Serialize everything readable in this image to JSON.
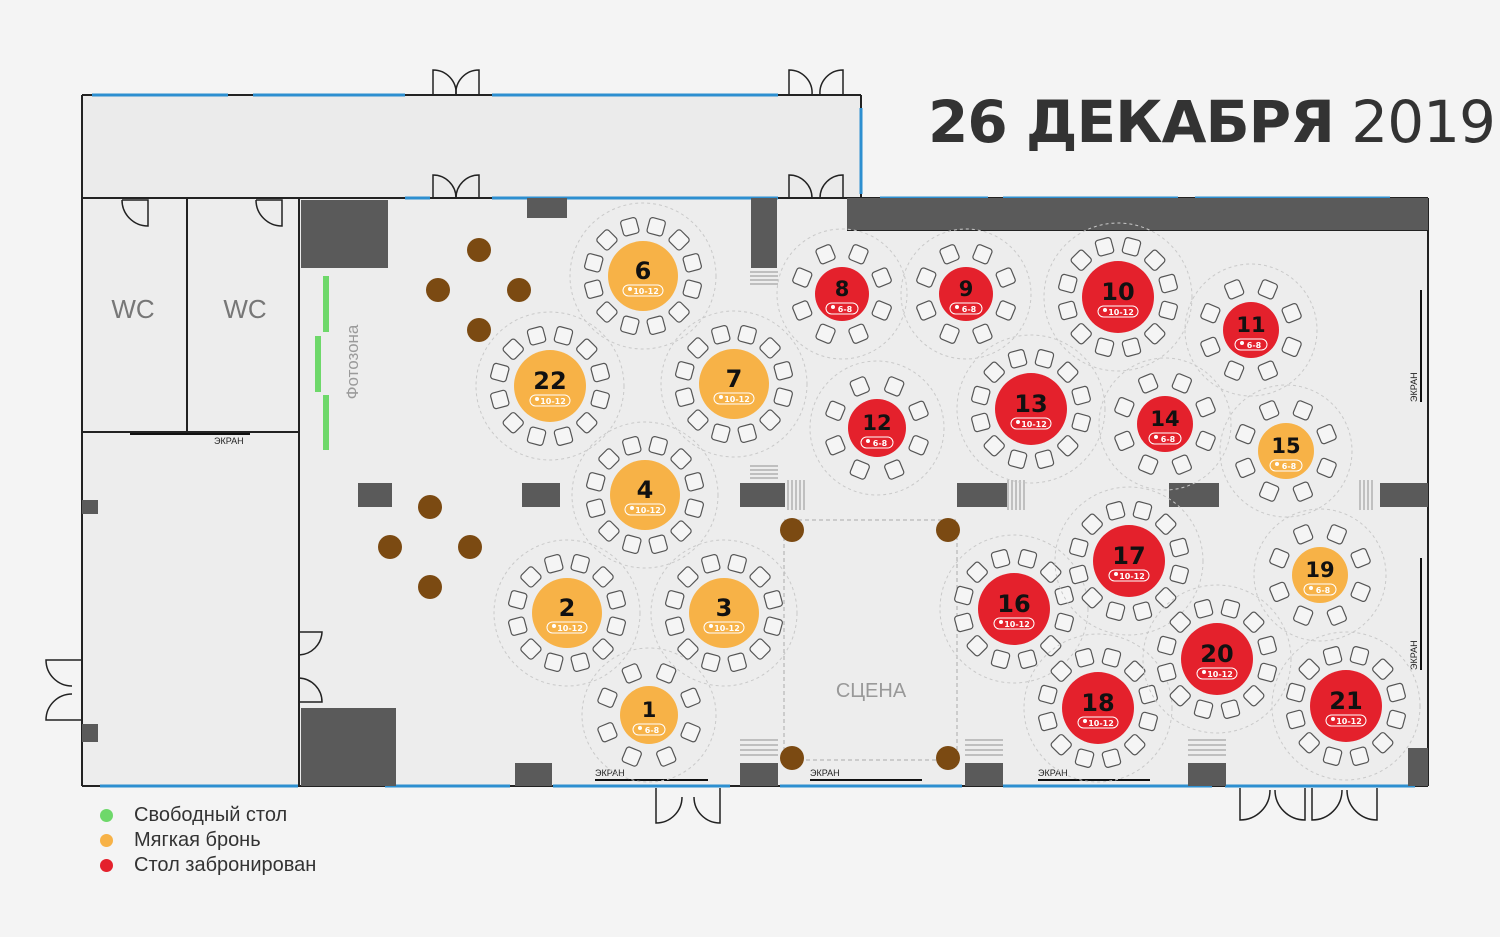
{
  "header": {
    "date_bold": "26 ДЕКАБРЯ",
    "year": "2019"
  },
  "colors": {
    "free": "#6ed86a",
    "soft": "#f7b247",
    "booked": "#e4212c",
    "pillar": "#7b4a12",
    "wall": "#5a5a5a",
    "window": "#2d8fd0"
  },
  "rooms": {
    "wc_left": "WC",
    "wc_right": "WC",
    "photozone": "Фотозона",
    "stage": "СЦЕНА",
    "screen": "ЭКРАН"
  },
  "legend": [
    {
      "label": "Свободный стол",
      "color": "#6ed86a"
    },
    {
      "label": "Мягкая бронь",
      "color": "#f7b247"
    },
    {
      "label": "Стол забронирован",
      "color": "#e4212c"
    }
  ],
  "tables": [
    {
      "num": "1",
      "cap": "6-8",
      "status": "soft"
    },
    {
      "num": "2",
      "cap": "10-12",
      "status": "soft"
    },
    {
      "num": "3",
      "cap": "10-12",
      "status": "soft"
    },
    {
      "num": "4",
      "cap": "10-12",
      "status": "soft"
    },
    {
      "num": "6",
      "cap": "10-12",
      "status": "soft"
    },
    {
      "num": "7",
      "cap": "10-12",
      "status": "soft"
    },
    {
      "num": "8",
      "cap": "6-8",
      "status": "booked"
    },
    {
      "num": "9",
      "cap": "6-8",
      "status": "booked"
    },
    {
      "num": "10",
      "cap": "10-12",
      "status": "booked"
    },
    {
      "num": "11",
      "cap": "6-8",
      "status": "booked"
    },
    {
      "num": "12",
      "cap": "6-8",
      "status": "booked"
    },
    {
      "num": "13",
      "cap": "10-12",
      "status": "booked"
    },
    {
      "num": "14",
      "cap": "6-8",
      "status": "booked"
    },
    {
      "num": "15",
      "cap": "6-8",
      "status": "soft"
    },
    {
      "num": "16",
      "cap": "10-12",
      "status": "booked"
    },
    {
      "num": "17",
      "cap": "10-12",
      "status": "booked"
    },
    {
      "num": "18",
      "cap": "10-12",
      "status": "booked"
    },
    {
      "num": "19",
      "cap": "6-8",
      "status": "soft"
    },
    {
      "num": "20",
      "cap": "10-12",
      "status": "booked"
    },
    {
      "num": "21",
      "cap": "10-12",
      "status": "booked"
    },
    {
      "num": "22",
      "cap": "10-12",
      "status": "soft"
    }
  ]
}
